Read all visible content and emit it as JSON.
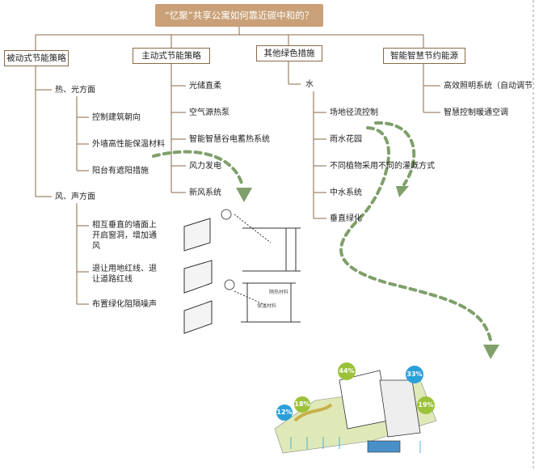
{
  "title": "“忆聚”共享公寓如何靠近碳中和的？",
  "branches": {
    "passive": {
      "label": "被动式节能策略",
      "heat_light": "热、光方面",
      "heat_items": [
        "控制建筑朝向",
        "外墙高性能保温材料",
        "阳台有遮阳措施"
      ],
      "wind_sound": "风、声方面",
      "wind_items": [
        "相互垂直的墙面上开启窗洞，增加通风",
        "退让用地红线、退让道路红线",
        "布置绿化阻隔噪声"
      ]
    },
    "active": {
      "label": "主动式节能策略",
      "items": [
        "光储直柔",
        "空气源热泵",
        "智能智慧谷电蓄热系统",
        "风力发电",
        "新风系统"
      ]
    },
    "green": {
      "label": "其他绿色措施",
      "water": "水",
      "items": [
        "场地径流控制",
        "雨水花园",
        "不同植物采用不同的灌溉方式",
        "中水系统",
        "垂直绿化"
      ]
    },
    "smart": {
      "label": "智能智慧节约能源",
      "items": [
        "高效照明系统（自动调节室内",
        "智慧控制暖通空调"
      ]
    }
  },
  "illustration": {
    "labels": [
      "隔热材料",
      "保温材料"
    ]
  },
  "water_diagram": {
    "percents": [
      "44%",
      "33%",
      "18%",
      "12%",
      "19%"
    ],
    "percent_colors": [
      "#9cc23a",
      "#2aa0d8",
      "#9cc23a",
      "#2aa0d8",
      "#9cc23a"
    ]
  },
  "colors": {
    "accent": "#c9a077",
    "line": "#8a6a4a",
    "arrow": "#7fa06a"
  }
}
